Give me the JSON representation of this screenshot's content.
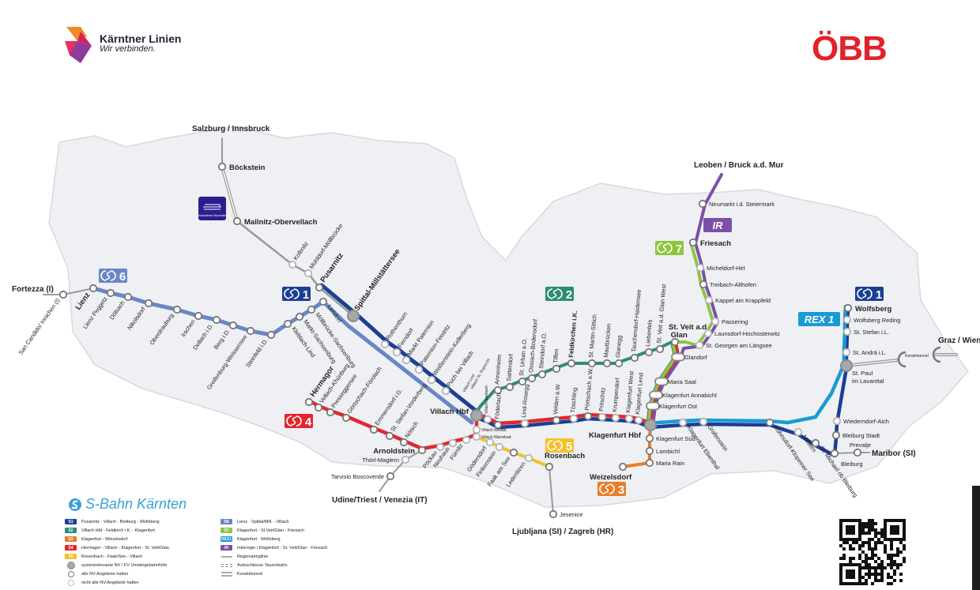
{
  "header": {
    "brand_name": "Kärntner Linien",
    "brand_tagline": "Wir verbinden.",
    "operator_logo": "ÖBB"
  },
  "colors": {
    "S1": "#1b3f94",
    "S2": "#2e8b74",
    "S3": "#e87d2b",
    "S4": "#e3262e",
    "S5": "#f2c12e",
    "S6": "#6a86c6",
    "S7": "#8cc63f",
    "IR": "#7b4fa8",
    "REX1": "#1a9ad6",
    "regional": "#9a9a9a"
  },
  "badges": {
    "s6": "6",
    "s1_west": "1",
    "s2": "2",
    "s7": "7",
    "ir": "IR",
    "rex1": "REX 1",
    "s1_east": "1",
    "s4": "4",
    "s5": "5",
    "s3": "3",
    "autoschleuse": "Autoschleuse Tauernbahn"
  },
  "destinations": {
    "salzburg": "Salzburg / Innsbruck",
    "fortezza": "Fortezza (I)",
    "leoben": "Leoben / Bruck a.d. Mur",
    "graz": "Graz / Wien",
    "udine": "Udine/Triest / Venezia (IT)",
    "ljubljana": "Ljubljana (SI) / Zagreb (HR)",
    "maribor": "Maribor (SI)",
    "koralm": "Koralmtunnel"
  },
  "stations": {
    "san_candido": "San Candido/ Innichen (I)",
    "lienz": "Lienz",
    "lienz_peggetz": "Lienz Peggetz",
    "doelsach": "Dölsach",
    "nikolsdorf": "Nikolsdorf",
    "oberdrauburg": "Oberdrauburg",
    "irschen": "Irschen",
    "dellach": "Dellach i.D.",
    "berg": "Berg i.D.",
    "greifenburg": "Greifenburg-Weissensee",
    "steinfeld": "Steinfeld i.D.",
    "kleblach": "Kleblach-Lind",
    "markt_sachsenburg": "Markt-Sachsenburg",
    "moellbruecke": "Möllbrücke-Sachsenburg",
    "lendorf": "Lendorf",
    "boeckstein": "Böckstein",
    "mallnitz": "Mallnitz-Obervellach",
    "kolbnitz": "Kolbnitz",
    "muehldorf": "Mühldorf-Möllbrücke",
    "pusarnitz": "Pusarnitz",
    "spittal": "Spittal-Millstättersee",
    "rothenthurn": "Rothenthurn",
    "ferndorf": "Ferndorf",
    "markt_paternion": "Markt Paternion",
    "paternion_feistritz": "Paternion-Feistritz",
    "weissenstein": "Weißenstein-Kellerberg",
    "puch": "Puch bei Villach",
    "villach_lind": "Villach Lind",
    "st_ruprecht": "Villach St. Ruprecht",
    "villach_hbf": "Villach Hbf",
    "annenheim": "Annenheim",
    "sattendorf": "Sattendorf",
    "st_urban": "St. Urban a.O.",
    "ossiach": "Ossiach-Bodensdorf",
    "steindorf": "Steindorf a.O.",
    "tiffen": "Tiffen",
    "feldkirchen": "Feldkirchen i.K.",
    "st_martin": "St. Martin-Sittich",
    "mautbruecken": "Mautbrücken",
    "glanegg": "Glanegg",
    "tauchendorf": "Tauchendorf-Haidensee",
    "liebenfels": "Liebenfels",
    "st_veit_west": "St. Veit a.d. Glan West",
    "st_veit": "St. Veit a.d. Glan",
    "villach_seebach": "Villach Seebach",
    "foederlach": "Föderlach",
    "lind_rosegg": "Lind-Rosegg",
    "velden": "Velden a.W.",
    "toeschling": "Töschling",
    "poertschach": "Pörtschach a.W.",
    "pritschitz": "Pritschitz",
    "krumpendorf": "Krumpendorf",
    "klagenfurt_west": "Klagenfurt West",
    "klagenfurt_lend": "Klagenfurt Lend",
    "klagenfurt_hbf": "Klagenfurt Hbf",
    "st_georgen": "St. Georgen am Längsee",
    "launsdorf": "Launsdorf-Hochosterwitz",
    "passering": "Passering",
    "kappel": "Kappel am Krappfeld",
    "treibach": "Treibach-Althofen",
    "micheldorf": "Micheldorf-Hirt",
    "friesach": "Friesach",
    "neumarkt": "Neumarkt i.d. Steiermark",
    "glandorf": "Glandorf",
    "maria_saal": "Maria Saal",
    "annabichl": "Klagenfurt Annabichl",
    "klagenfurt_ost": "Klagenfurt Ost",
    "ebenthal": "Klagenfurt Ebenthal",
    "grafenstein": "Grafenstein",
    "kuehnsdorf": "Kühnsdorf-Klopeiner See",
    "mittlern": "Mittlern",
    "st_michael": "St. Michael ob Bleiburg",
    "bleiburg": "Bleiburg",
    "prevalje": "Prevalje",
    "bleiburg_stadt": "Bleiburg Stadt",
    "wiederndorf": "Wiederndorf-Aich",
    "st_paul": "St. Paul im Lavanttal",
    "st_andrae": "St. Andrä i.L.",
    "st_stefan": "St. Stefan i.L.",
    "wolfsberg_reding": "Wolfsberg Reding",
    "wolfsberg": "Wolfsberg",
    "hermagor": "Hermagor",
    "vellach": "Vellach-Khünburg",
    "pressegger": "Presseggersee",
    "goertschach": "Görtschach-Förolach",
    "emmersdorf": "Emmersdorf i.G.",
    "st_stefan_vorderberg": "St. Stefan-Vorderberg",
    "noetsch": "Nötsch",
    "arnoldstein": "Arnoldstein",
    "poeckau": "Pöckau",
    "neuhaus": "Neuhaus",
    "fuernitz": "Fürnitz",
    "villach_westbf": "Villach Westbf.",
    "villach_warmbad": "Villach Warmbad",
    "goedersdorf": "Gödersdorf",
    "finkenstein": "Finkenstein",
    "faak": "Faak am See",
    "ledenitzen": "Ledenitzen",
    "rosenbach": "Rosenbach",
    "jesenice": "Jesenice",
    "thoerl": "Thörl-Maglern",
    "tarvisio": "Tarvisio Boscoverde",
    "klagenfurt_sued": "Klagenfurt Süd",
    "lambichl": "Lambichl",
    "maria_rain": "Maria Rain",
    "weizelsdorf": "Weizelsdorf"
  },
  "legend": {
    "title": "S-Bahn Kärnten",
    "items": [
      {
        "badge": "S1",
        "color": "#1b3f94",
        "label": "Pusarnitz - Villach - Bleiburg - Wolfsberg"
      },
      {
        "badge": "S6",
        "color": "#6a86c6",
        "label": "Lienz - Spittal/Mill. - Villach"
      },
      {
        "badge": "S2",
        "color": "#2e8b74",
        "label": "Villach Hbf - Feldkirch i.K. - Klagenfurt"
      },
      {
        "badge": "S7",
        "color": "#8cc63f",
        "label": "Klagenfurt - St.Veit/Glan - Friesach"
      },
      {
        "badge": "S3",
        "color": "#e87d2b",
        "label": "Klagenfurt - Weizelsdorf"
      },
      {
        "badge": "REX1",
        "color": "#1a9ad6",
        "label": "Klagenfurt - Wolfsberg"
      },
      {
        "badge": "S4",
        "color": "#e3262e",
        "label": "Hermagor - Villach - Klagenfurt - St. Veit/Glan"
      },
      {
        "badge": "IR",
        "color": "#7b4fa8",
        "label": "Interregio / Klagenfurt - St. Veit/Glan - Friesach"
      },
      {
        "badge": "S5",
        "color": "#f2c12e",
        "label": "Rosenbach - Faak/See - Villach"
      },
      {
        "badge": "",
        "color": "regional",
        "label": "Regionalreglinie"
      },
      {
        "badge": "",
        "color": "hub",
        "label": "systemrelevante NV / FV Umsteigebahnhöfe"
      },
      {
        "badge": "",
        "color": "autoschleuse",
        "label": "Autoschleuse Tauernbahn"
      },
      {
        "badge": "",
        "color": "ring",
        "label": "alle NV-Angebote halten"
      },
      {
        "badge": "",
        "color": "koralm",
        "label": "Koralmtunnel"
      },
      {
        "badge": "",
        "color": "ring-light",
        "label": "nicht alle NV-Angebote halten"
      }
    ]
  }
}
